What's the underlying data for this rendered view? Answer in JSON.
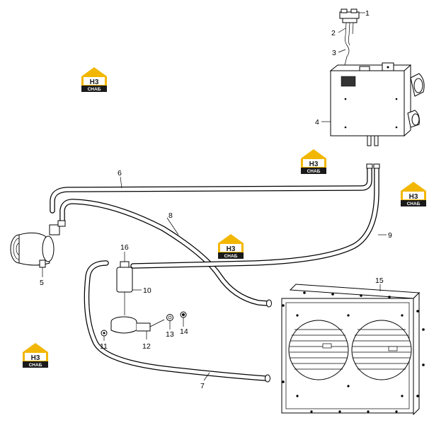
{
  "callouts": {
    "c1": "1",
    "c2": "2",
    "c3": "3",
    "c4": "4",
    "c5": "5",
    "c6": "6",
    "c7": "7",
    "c8": "8",
    "c9": "9",
    "c10": "10",
    "c11": "11",
    "c12": "12",
    "c13": "13",
    "c14": "14",
    "c15": "15",
    "c16": "16"
  },
  "watermark": {
    "logo_letters": "H3",
    "logo_word": "СНАБ"
  },
  "colors": {
    "logo_yellow": "#f2b705",
    "logo_dark": "#1a1a1a",
    "line": "#000000"
  }
}
